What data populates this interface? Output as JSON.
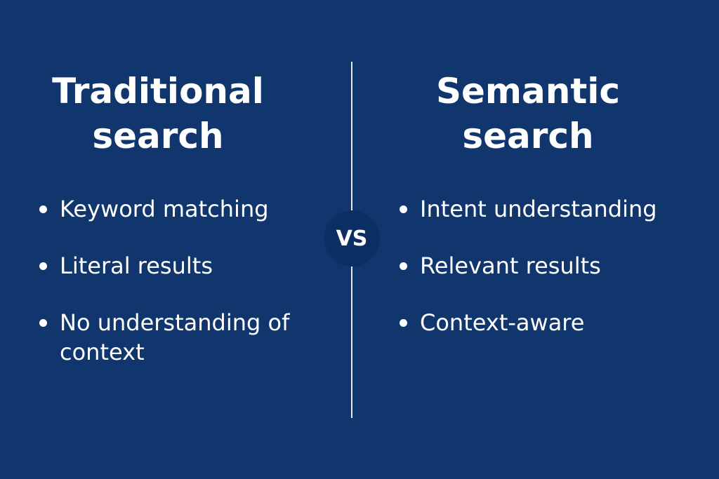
{
  "left": {
    "title_line1": "Traditional",
    "title_line2": "search",
    "items": [
      "Keyword matching",
      "Literal results",
      "No understanding of context"
    ]
  },
  "right": {
    "title_line1": "Semantic",
    "title_line2": "search",
    "items": [
      "Intent understanding",
      "Relevant results",
      "Context-aware"
    ]
  },
  "vs_label": "VS",
  "colors": {
    "background": "#11366e",
    "vs_circle": "#0c2f63",
    "text": "#ffffff"
  }
}
